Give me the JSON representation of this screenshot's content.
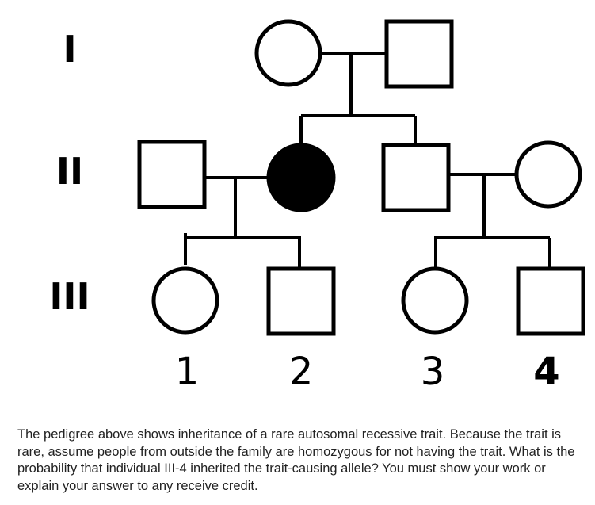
{
  "generations": {
    "I": "I",
    "II": "II",
    "III": "III"
  },
  "individual_numbers": [
    "1",
    "2",
    "3",
    "4"
  ],
  "individuals": {
    "I_1": {
      "sex": "female",
      "affected": false
    },
    "I_2": {
      "sex": "male",
      "affected": false
    },
    "II_1": {
      "sex": "male",
      "affected": false
    },
    "II_2": {
      "sex": "female",
      "affected": true
    },
    "II_3": {
      "sex": "male",
      "affected": false
    },
    "II_4": {
      "sex": "female",
      "affected": false
    },
    "III_1": {
      "sex": "female",
      "affected": false
    },
    "III_2": {
      "sex": "male",
      "affected": false
    },
    "III_3": {
      "sex": "female",
      "affected": false
    },
    "III_4": {
      "sex": "male",
      "affected": false
    }
  },
  "question": "The pedigree above shows inheritance of a rare autosomal recessive trait. Because the trait is rare, assume people from outside the family are homozygous for not having the trait. What is the probability that individual III-4 inherited the trait-causing allele? You must show your work or explain your answer to any receive credit."
}
